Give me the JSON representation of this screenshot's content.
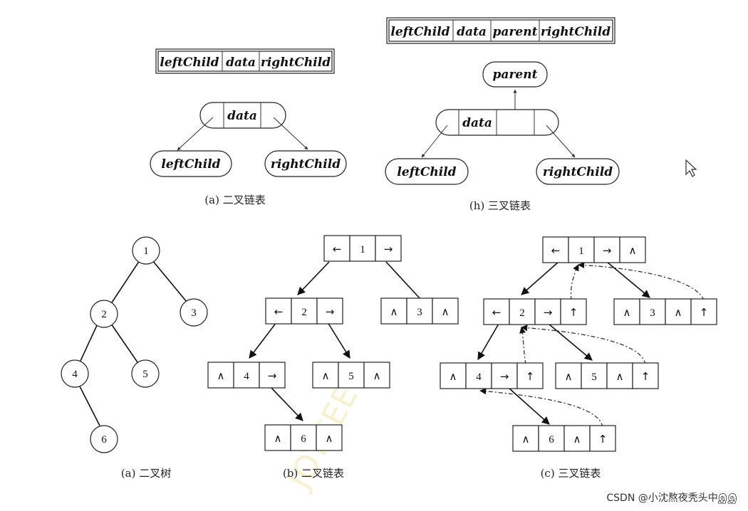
{
  "fields": {
    "left_child": "leftChild",
    "data": "data",
    "right_child": "rightChild",
    "parent": "parent"
  },
  "captions": {
    "a_top": "(a) 二叉链表",
    "b_top": "(h) 三叉链表",
    "a_bottom": "(a) 二叉树",
    "b_bottom": "(b) 二叉链表",
    "c_bottom": "(c) 三叉链表"
  },
  "symbols": {
    "left": "←",
    "right": "→",
    "null": "∧",
    "up": "↑"
  },
  "tree_nodes": [
    "1",
    "2",
    "3",
    "4",
    "5",
    "6"
  ],
  "watermark": "JOYCEE",
  "credit": "CSDN @小沈熬夜秃头中இஇ"
}
